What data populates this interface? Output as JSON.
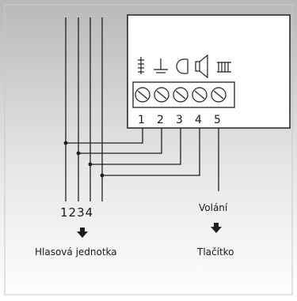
{
  "terminal_numbers": [
    "1",
    "2",
    "3",
    "4",
    "5"
  ],
  "wire_numbers": "1234",
  "left_caption": "Hlasová jednotka",
  "call_label": "Volání",
  "right_caption": "Tlačítko",
  "colors": {
    "line": "#1f1f1f",
    "panel_gradient_top": "#b8b8b8",
    "panel_gradient_bottom": "#ffffff",
    "box_fill": "#ffffff"
  }
}
